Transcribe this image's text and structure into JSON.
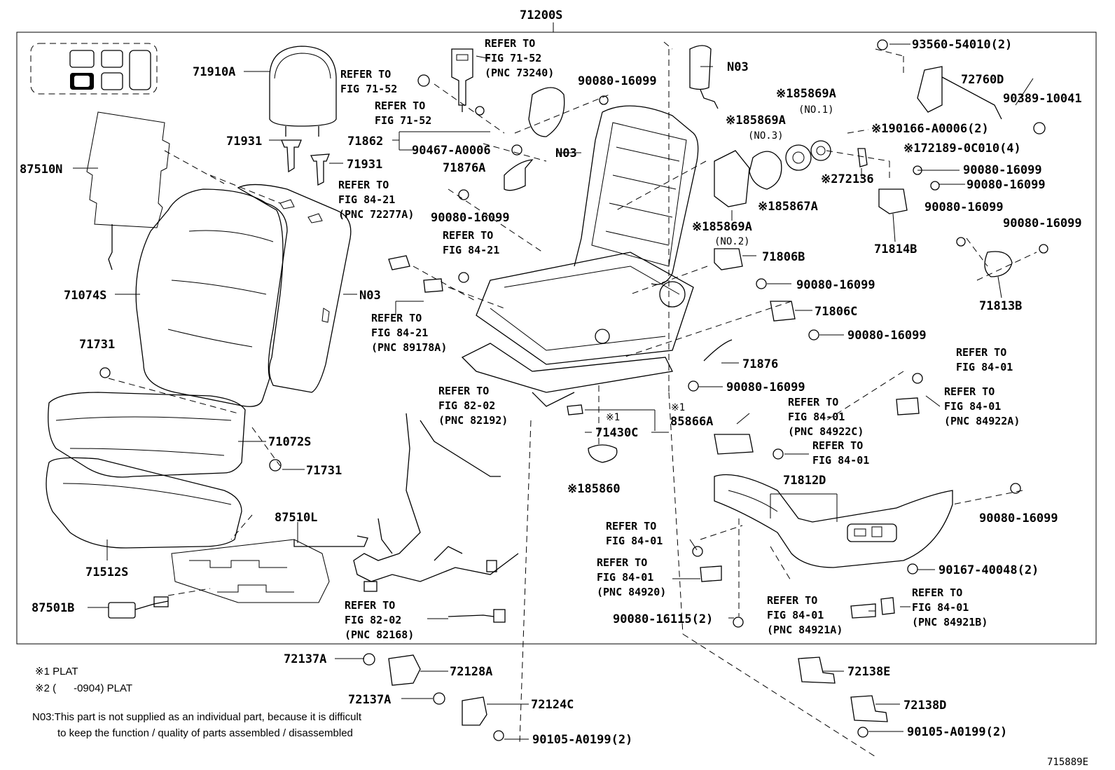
{
  "diagram": {
    "top_label": "71200S",
    "corner_code": "715889E",
    "labels": [
      "71910A",
      "71931",
      "71931",
      "87510N",
      "71074S",
      "N03",
      "71731",
      "71072S",
      "71731",
      "71512S",
      "87510L",
      "87501B",
      "71862",
      "90467-A0006",
      "71876A",
      "90080-16099",
      "90080-16099",
      "N03",
      "N03",
      "93560-54010(2)",
      "72760D",
      "90389-10041",
      "※185869A",
      "(NO.1)",
      "※185869A",
      "(NO.3)",
      "※190166-A0006(2)",
      "※172189-0C010(4)",
      "※272136",
      "90080-16099",
      "90080-16099",
      "※185867A",
      "※185869A",
      "(NO.2)",
      "71814B",
      "90080-16099",
      "90080-16099",
      "71813B",
      "71806B",
      "90080-16099",
      "71806C",
      "90080-16099",
      "71876",
      "90080-16099",
      "※1",
      "※1",
      "71430C",
      "85866A",
      "※185860",
      "71812D",
      "90080-16099",
      "90167-40048(2)",
      "90080-16115(2)",
      "72137A",
      "72128A",
      "72137A",
      "72124C",
      "90105-A0199(2)",
      "72138E",
      "72138D",
      "90105-A0199(2)"
    ],
    "refs": [
      {
        "l1": "REFER TO",
        "l2": "FIG 71-52",
        "l3": ""
      },
      {
        "l1": "REFER TO",
        "l2": "FIG 71-52",
        "l3": ""
      },
      {
        "l1": "REFER TO",
        "l2": "FIG 71-52",
        "l3": "(PNC 73240)"
      },
      {
        "l1": "REFER TO",
        "l2": "FIG 84-21",
        "l3": "(PNC 72277A)"
      },
      {
        "l1": "REFER TO",
        "l2": "FIG 84-21",
        "l3": ""
      },
      {
        "l1": "REFER TO",
        "l2": "FIG 84-21",
        "l3": "(PNC 89178A)"
      },
      {
        "l1": "REFER TO",
        "l2": "FIG 82-02",
        "l3": "(PNC 82192)"
      },
      {
        "l1": "REFER TO",
        "l2": "FIG 82-02",
        "l3": "(PNC 82168)"
      },
      {
        "l1": "REFER TO",
        "l2": "FIG 84-01",
        "l3": ""
      },
      {
        "l1": "REFER TO",
        "l2": "FIG 84-01",
        "l3": "(PNC 84920)"
      },
      {
        "l1": "REFER TO",
        "l2": "FIG 84-01",
        "l3": "(PNC 84922C)"
      },
      {
        "l1": "REFER TO",
        "l2": "FIG 84-01",
        "l3": ""
      },
      {
        "l1": "REFER TO",
        "l2": "FIG 84-01",
        "l3": ""
      },
      {
        "l1": "REFER TO",
        "l2": "FIG 84-01",
        "l3": "(PNC 84922A)"
      },
      {
        "l1": "REFER TO",
        "l2": "FIG 84-01",
        "l3": "(PNC 84921A)"
      },
      {
        "l1": "REFER TO",
        "l2": "FIG 84-01",
        "l3": "(PNC 84921B)"
      }
    ],
    "notes": [
      "※1 PLAT",
      "※2 (      -0904) PLAT",
      "N03:This part is not supplied as an individual part, because it is difficult",
      "to keep the function / quality of parts assembled / disassembled"
    ]
  }
}
